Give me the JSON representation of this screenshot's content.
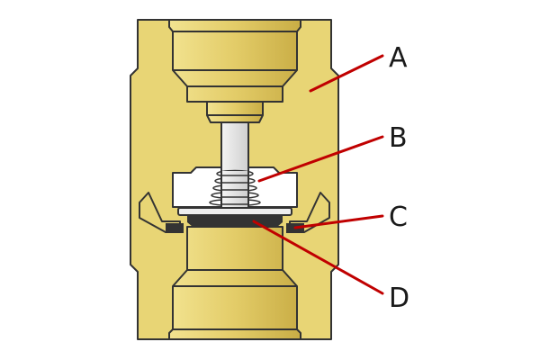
{
  "diagram": {
    "colors": {
      "brass": "#e8d575",
      "brass_dark": "#d6bd55",
      "outline": "#333333",
      "leader": "#c00000",
      "stem": "#dcdcdc",
      "seal": "#333333",
      "plate": "#eeeeee"
    },
    "labels": [
      {
        "id": "A",
        "text": "A"
      },
      {
        "id": "B",
        "text": "B"
      },
      {
        "id": "C",
        "text": "C"
      },
      {
        "id": "D",
        "text": "D"
      }
    ]
  }
}
